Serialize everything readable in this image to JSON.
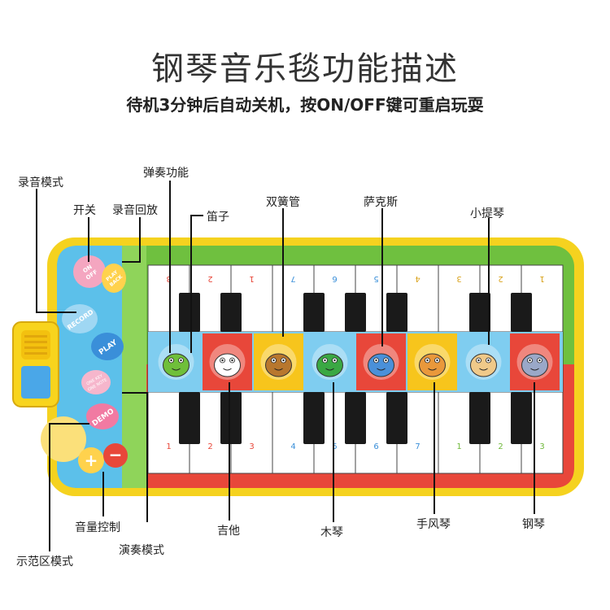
{
  "title": "钢琴音乐毯功能描述",
  "subtitle": "待机3分钟后自动关机，按ON/OFF键可重启玩耍",
  "labels": {
    "record_mode": "录音模式",
    "on_off": "开关",
    "record_playback": "录音回放",
    "play_function": "弹奏功能",
    "flute": "笛子",
    "clarinet": "双簧管",
    "saxophone": "萨克斯",
    "violin": "小提琴",
    "volume": "音量控制",
    "demo_mode": "示范区模式",
    "performance_mode": "演奏模式",
    "guitar": "吉他",
    "xylophone": "木琴",
    "accordion": "手风琴",
    "piano": "钢琴"
  },
  "buttons": {
    "on_off": "ON OFF",
    "play_back": "PLAY BACK",
    "record": "RECORD",
    "play": "PLAY",
    "one_key_one_note": "ONE KEY ONE NOTE",
    "demo": "DEMO",
    "plus": "+",
    "minus": "−"
  },
  "top_key_numbers": [
    "3",
    "2",
    "1",
    "7",
    "6",
    "5",
    "4",
    "3",
    "2",
    "1"
  ],
  "bottom_key_numbers": [
    "1",
    "2",
    "3",
    "4",
    "5",
    "6",
    "7",
    "1",
    "2",
    "3"
  ],
  "animals": [
    "frog-icon",
    "zebra-icon",
    "monkey-icon",
    "crocodile-icon",
    "elephant-icon",
    "lion-icon",
    "giraffe-icon",
    "hippo-icon"
  ],
  "colors": {
    "mat_border": "#f5d21f",
    "mat_green": "#6fc03f",
    "mat_red": "#e8473a",
    "control_panel": "#5cc0ea",
    "speaker": "#f8d41d",
    "animal_strip": "#7fcdf0",
    "animal_tiles": [
      "#7fcdf0",
      "#e8473a",
      "#f7c51c",
      "#7fcdf0",
      "#e8473a",
      "#f7c51c",
      "#7fcdf0",
      "#e8473a"
    ]
  }
}
